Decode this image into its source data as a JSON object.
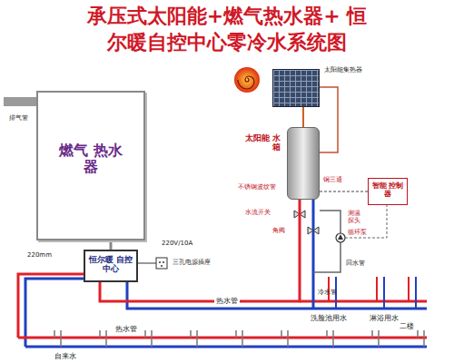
{
  "diagram": {
    "title": "承压式太阳能+燃气热水器+ 恒尔暖自控中心零冷水系统图",
    "nodes": [
      {
        "text": [
          "燃气 热水器"
        ]
      },
      {
        "text": [
          "恒尔暖 自控中心"
        ]
      },
      {
        "text": [
          "太阳能集热器"
        ]
      },
      {
        "text": [
          "太阳能 水箱"
        ]
      },
      {
        "text": [
          "智能 控制器"
        ]
      }
    ],
    "edges": [
      {
        "from": 0,
        "to": 1,
        "arrow": "none"
      },
      {
        "from": 2,
        "to": 3,
        "arrow": "none"
      },
      {
        "from": 1,
        "to": 3,
        "label": "热水管",
        "arrow": "none"
      },
      {
        "from": 4,
        "to": 3,
        "arrow": "none"
      }
    ],
    "labels": [
      "排气管",
      "220mm",
      "220V/10A",
      "三孔电源插座",
      "不锈钢波纹管",
      "铜三通",
      "水流开关",
      "角阀",
      "测温探头",
      "循环泵",
      "回水管",
      "冷水管",
      "洗脸池用水",
      "淋浴用水",
      "二楼",
      "热水管",
      "自来水"
    ]
  }
}
